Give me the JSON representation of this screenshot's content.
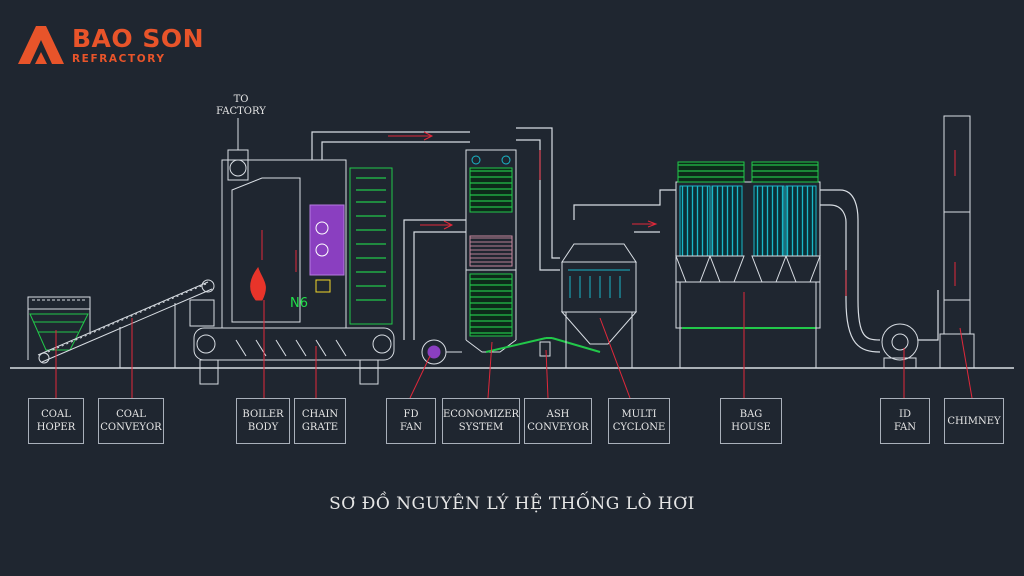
{
  "brand": {
    "name": "BAO SON",
    "tagline": "REFRACTORY",
    "color": "#e8542a"
  },
  "to_factory": "TO\nFACTORY",
  "marker": "N6",
  "labels": {
    "coal_hoper": "COAL\nHOPER",
    "coal_conveyor": "COAL\nCONVEYOR",
    "boiler_body": "BOILER\nBODY",
    "chain_grate": "CHAIN\nGRATE",
    "fd_fan": "FD\nFAN",
    "economizer_system": "ECONOMIZER\nSYSTEM",
    "ash_conveyor": "ASH\nCONVEYOR",
    "multi_cyclone": "MULTI\nCYCLONE",
    "bag_house": "BAG\nHOUSE",
    "id_fan": "ID\nFAN",
    "chimney": "CHIMNEY"
  },
  "caption": "SƠ ĐỒ NGUYÊN LÝ HỆ THỐNG LÒ HƠI",
  "colors": {
    "background": "#1f2630",
    "line": "#d8dde3",
    "leader": "#e0283a",
    "green": "#22c84a",
    "cyan": "#19b7c8",
    "purple": "#8a3fc0",
    "flame": "#e8342a"
  }
}
